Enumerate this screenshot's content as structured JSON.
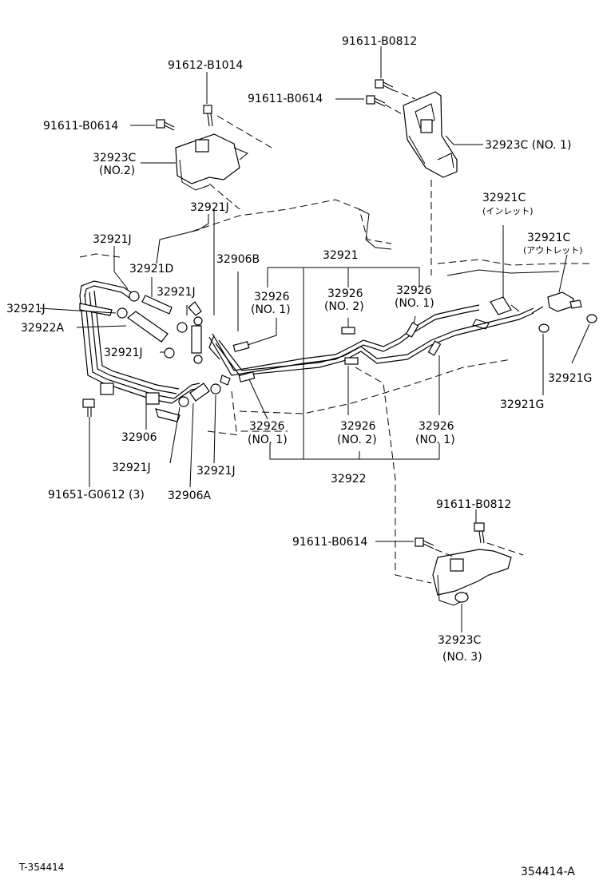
{
  "labels": {
    "l_91611_b0812_top": "91611-B0812",
    "l_91611_b0614_top": "91611-B0614",
    "l_32923c_no1": "32923C (NO. 1)",
    "l_91612_b1014": "91612-B1014",
    "l_91611_b0614_left": "91611-B0614",
    "l_32923c_no2_a": "32923C",
    "l_32923c_no2_b": "(NO.2)",
    "l_32921j_1": "32921J",
    "l_32921j_2": "32921J",
    "l_32921d": "32921D",
    "l_32906b": "32906B",
    "l_32921j_3": "32921J",
    "l_32921j_4": "32921J",
    "l_32922a": "32922A",
    "l_32921j_5": "32921J",
    "l_32921": "32921",
    "l_32926_a": "32926",
    "l_no1_a": "(NO. 1)",
    "l_32926_b": "32926",
    "l_no2_b": "(NO. 2)",
    "l_32926_c": "32926",
    "l_no1_c": "(NO. 1)",
    "l_32921c_inlet": "32921C",
    "l_inlet": "(インレット)",
    "l_32921c_outlet": "32921C",
    "l_outlet": "(アウトレット)",
    "l_32921g_1": "32921G",
    "l_32921g_2": "32921G",
    "l_32906": "32906",
    "l_32926_d": "32926",
    "l_no1_d": "(NO. 1)",
    "l_32926_e": "32926",
    "l_no2_e": "(NO. 2)",
    "l_32926_f": "32926",
    "l_no1_f": "(NO. 1)",
    "l_32921j_6": "32921J",
    "l_32921j_7": "32921J",
    "l_32922": "32922",
    "l_91651_g0612": "91651-G0612 (3)",
    "l_32906a": "32906A",
    "l_91611_b0812_bot": "91611-B0812",
    "l_91611_b0614_bot": "91611-B0614",
    "l_32923c_no3_a": "32923C",
    "l_32923c_no3_b": "(NO. 3)"
  },
  "footer": {
    "left_code": "T-354414",
    "right_code": "354414-A"
  }
}
